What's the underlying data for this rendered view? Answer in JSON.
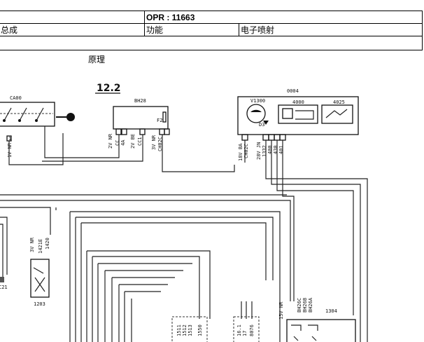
{
  "header": {
    "opr": "OPR : 11663",
    "assembly": "总成",
    "function_label": "功能",
    "function_value": "电子喷射"
  },
  "caption": "原理",
  "diagram": {
    "section_number": "12.2",
    "components": {
      "ca00": "CA00",
      "bh28": "BH28",
      "f2": "F2",
      "v1300": "V1300",
      "c0004": "0004",
      "c4000": "4000",
      "c4025": "4025",
      "d3": "D3",
      "c1203": "1203",
      "c1304": "1304"
    },
    "wire_labels": {
      "ca00_1": "1V NR",
      "ca00_pin": "1",
      "bh28_a": "2V NR",
      "bh28_b": "2V BE",
      "bh28_c": "3V NR",
      "bh28_d1": "CC",
      "bh28_d2": "4A",
      "bh28_d3": "CC1",
      "bh28_e": "CH02C",
      "v1300_a": "18V BA",
      "v1300_b": "CH02C",
      "v1300_c": "28V JN",
      "v1300_d": "1332",
      "v1300_e": "400",
      "v1300_f": "430",
      "v1300_g": "401",
      "left_1": "3V NR",
      "left_2": "1421E",
      "left_3": "1420",
      "left_4": "C21",
      "bot_1": "1511",
      "bot_2": "1512",
      "bot_3": "1513",
      "bot_4": "1550",
      "bot_5": "16.1",
      "bot_6": "17",
      "bot_7": "8076",
      "r_1": "15V NR",
      "r_2": "BH26C",
      "r_3": "BH26B",
      "r_4": "BH26A"
    }
  }
}
